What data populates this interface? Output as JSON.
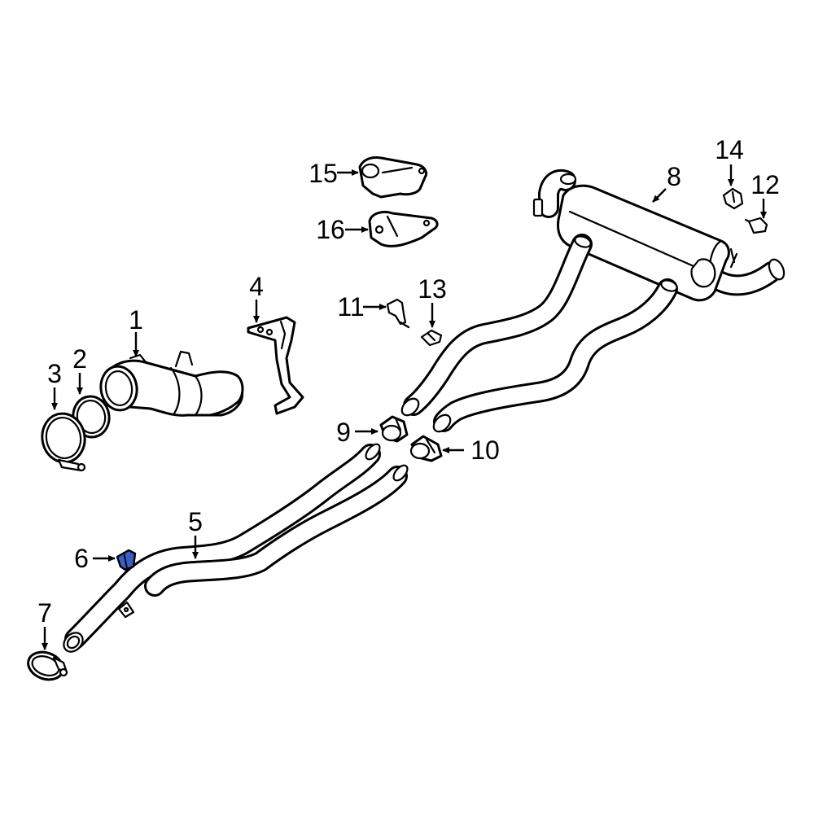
{
  "diagram": {
    "highlight_color": "#3a5fc4",
    "stroke_color": "#000000",
    "background_color": "#ffffff",
    "callouts": [
      {
        "id": "c1",
        "label": "1"
      },
      {
        "id": "c2",
        "label": "2"
      },
      {
        "id": "c3",
        "label": "3"
      },
      {
        "id": "c4",
        "label": "4"
      },
      {
        "id": "c5",
        "label": "5"
      },
      {
        "id": "c6",
        "label": "6",
        "highlighted": true
      },
      {
        "id": "c7",
        "label": "7"
      },
      {
        "id": "c8",
        "label": "8"
      },
      {
        "id": "c9",
        "label": "9"
      },
      {
        "id": "c10",
        "label": "10"
      },
      {
        "id": "c11",
        "label": "11"
      },
      {
        "id": "c12",
        "label": "12"
      },
      {
        "id": "c13",
        "label": "13"
      },
      {
        "id": "c14",
        "label": "14"
      },
      {
        "id": "c15",
        "label": "15"
      },
      {
        "id": "c16",
        "label": "16"
      }
    ]
  }
}
